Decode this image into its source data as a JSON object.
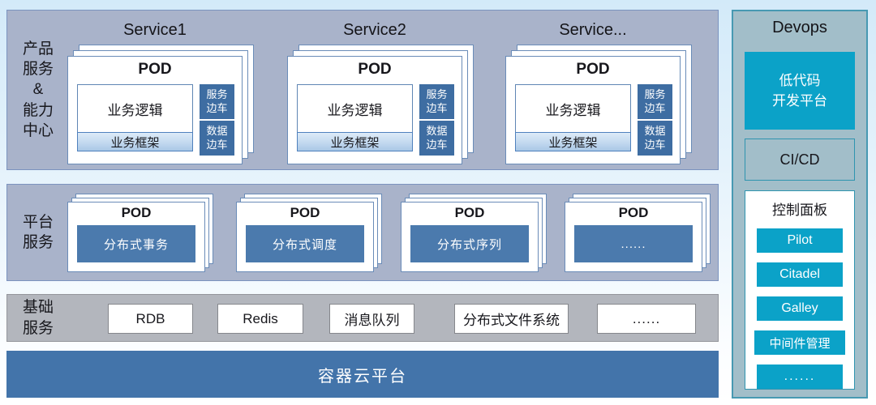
{
  "products_section": {
    "label": "产品\n服务\n&\n能力\n中心",
    "services": [
      {
        "title": "Service1",
        "pod_label": "POD",
        "business_logic": "业务逻辑",
        "business_framework": "业务框架",
        "sidecars": [
          "服务\n边车",
          "数据\n边车"
        ]
      },
      {
        "title": "Service2",
        "pod_label": "POD",
        "business_logic": "业务逻辑",
        "business_framework": "业务框架",
        "sidecars": [
          "服务\n边车",
          "数据\n边车"
        ]
      },
      {
        "title": "Service...",
        "pod_label": "POD",
        "business_logic": "业务逻辑",
        "business_framework": "业务框架",
        "sidecars": [
          "服务\n边车",
          "数据\n边车"
        ]
      }
    ]
  },
  "platform_section": {
    "label": "平台\n服务",
    "pods": [
      {
        "pod_label": "POD",
        "service": "分布式事务"
      },
      {
        "pod_label": "POD",
        "service": "分布式调度"
      },
      {
        "pod_label": "POD",
        "service": "分布式序列"
      },
      {
        "pod_label": "POD",
        "service": "......"
      }
    ]
  },
  "basic_section": {
    "label": "基础\n服务",
    "items": [
      "RDB",
      "Redis",
      "消息队列",
      "分布式文件系统",
      "......"
    ]
  },
  "container_bar": {
    "label": "容器云平台"
  },
  "devops": {
    "title": "Devops",
    "lowcode": "低代码\n开发平台",
    "cicd": "CI/CD",
    "control_panel": {
      "title": "控制面板",
      "buttons": [
        "Pilot",
        "Citadel",
        "Galley",
        "中间件管理",
        "......"
      ]
    }
  },
  "colors": {
    "section_blue_bg": "#a9b3ca",
    "section_gray_bg": "#b3b6bd",
    "card_border": "#6a8cb8",
    "sidecar_blue": "#3e6da2",
    "platform_pod_blue": "#4b7aad",
    "container_bar_blue": "#4374aa",
    "devops_bg": "#a2bec9",
    "devops_border": "#4799b2",
    "devops_cyan": "#0ba2c8",
    "framework_gradient_top": "#ddebf8",
    "framework_gradient_bottom": "#a9c7e6"
  }
}
